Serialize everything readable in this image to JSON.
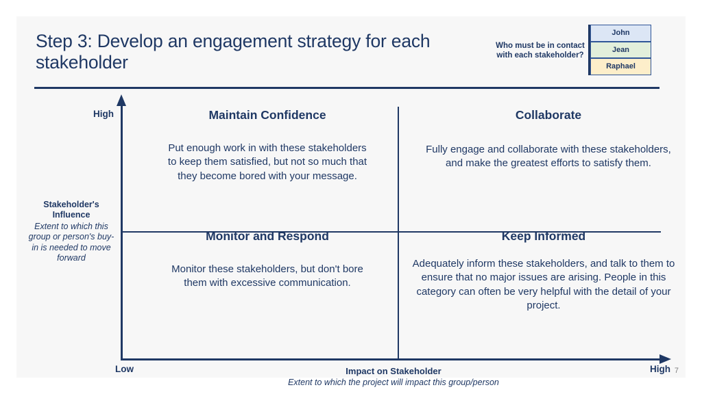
{
  "slide": {
    "title": "Step 3: Develop an engagement strategy for each stakeholder",
    "page_number": "7"
  },
  "legend": {
    "question": "Who must be in contact with each stakeholder?",
    "items": [
      {
        "name": "John",
        "color": "#dce6f5"
      },
      {
        "name": "Jean",
        "color": "#e2efdb"
      },
      {
        "name": "Raphael",
        "color": "#fdeeca"
      }
    ]
  },
  "axes": {
    "y": {
      "title": "Stakeholder's Influence",
      "subtitle": "Extent to which this group or person's buy-in is needed to move forward",
      "high": "High",
      "low": "Low"
    },
    "x": {
      "title": "Impact on Stakeholder",
      "subtitle": "Extent to which the project will impact this group/person",
      "high": "High"
    }
  },
  "quadrants": [
    {
      "id": "top-left",
      "title": "Maintain Confidence",
      "body": "Put enough work in with these stakeholders to keep them satisfied, but not so much that they become bored with your message."
    },
    {
      "id": "top-right",
      "title": "Collaborate",
      "body": "Fully engage and collaborate with these stakeholders, and make the greatest efforts to satisfy them."
    },
    {
      "id": "bottom-left",
      "title": "Monitor and Respond",
      "body": "Monitor these stakeholders, but don't bore them with excessive communication."
    },
    {
      "id": "bottom-right",
      "title": "Keep Informed",
      "body": "Adequately inform these stakeholders, and talk to them to ensure that no major issues are arising. People in this category can often be very helpful with the detail of your project."
    }
  ],
  "colors": {
    "primary": "#1F3864",
    "slide_background": "#f7f7f7"
  }
}
